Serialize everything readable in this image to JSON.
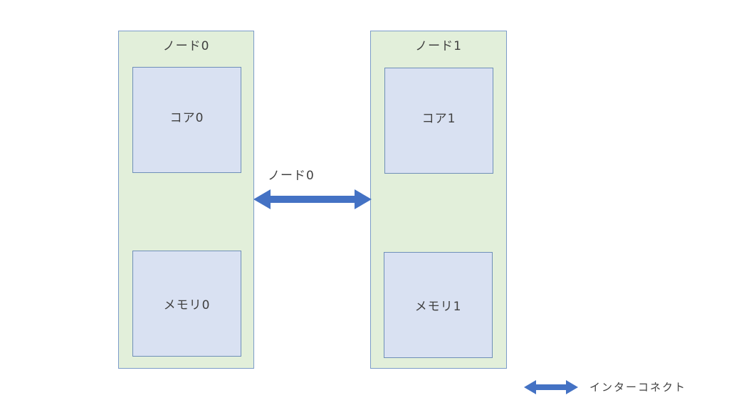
{
  "nodes": [
    {
      "title": "ノード0",
      "core": "コア0",
      "memory": "メモリ0"
    },
    {
      "title": "ノード1",
      "core": "コア1",
      "memory": "メモリ1"
    }
  ],
  "link": {
    "label": "ノード0"
  },
  "legend": {
    "label": "インターコネクト"
  },
  "colors": {
    "node_fill": "#e2efda",
    "node_border": "#7b9bc8",
    "box_fill": "#d9e1f2",
    "box_border": "#6f8fb8",
    "arrow": "#4472c4",
    "text": "#404040"
  }
}
